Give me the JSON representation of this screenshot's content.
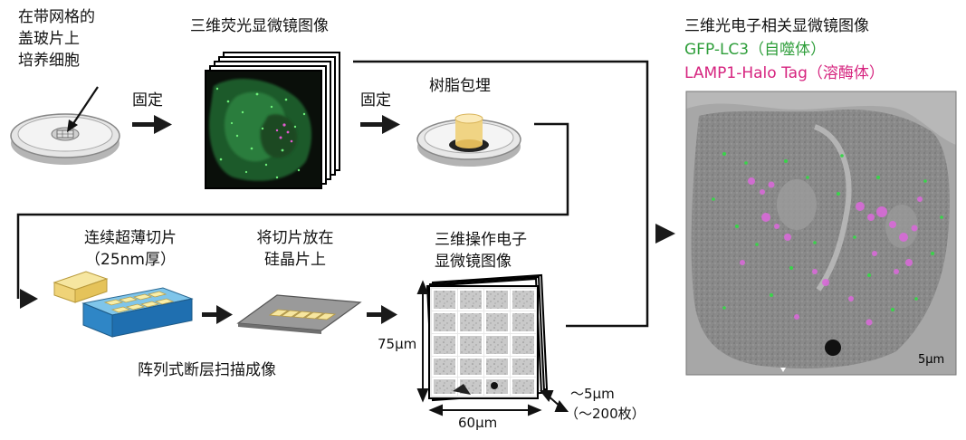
{
  "steps": {
    "grid_cover_slip": {
      "line1": "在带网格的",
      "line2": "盖玻片上",
      "line3": "培养细胞"
    },
    "fix1": "固定",
    "fluorescence": "三维荧光显微镜图像",
    "fix2": "固定",
    "resin": "树脂包埋",
    "sectioning": {
      "line1": "连续超薄切片",
      "line2": "（25nm厚）"
    },
    "mounting": {
      "line1": "将切片放在",
      "line2": "硅晶片上"
    },
    "array_tomography": "阵列式断层扫描成像",
    "em_3d": {
      "line1": "三维操作电子",
      "line2": "显微镜图像"
    },
    "em_dims": {
      "height": "75μm",
      "width": "60μm",
      "depth": "～5μm",
      "count": "（～200枚）"
    },
    "clem": {
      "title": "三维光电子相关显微镜图像",
      "legend_green": "GFP-LC3（自噬体）",
      "legend_magenta": "LAMP1-Halo Tag（溶酶体）",
      "scale": "5μm"
    }
  },
  "colors": {
    "green": "#2e9e3a",
    "magenta": "#d6247f",
    "arrow": "#1a1a1a",
    "line": "#111111"
  }
}
